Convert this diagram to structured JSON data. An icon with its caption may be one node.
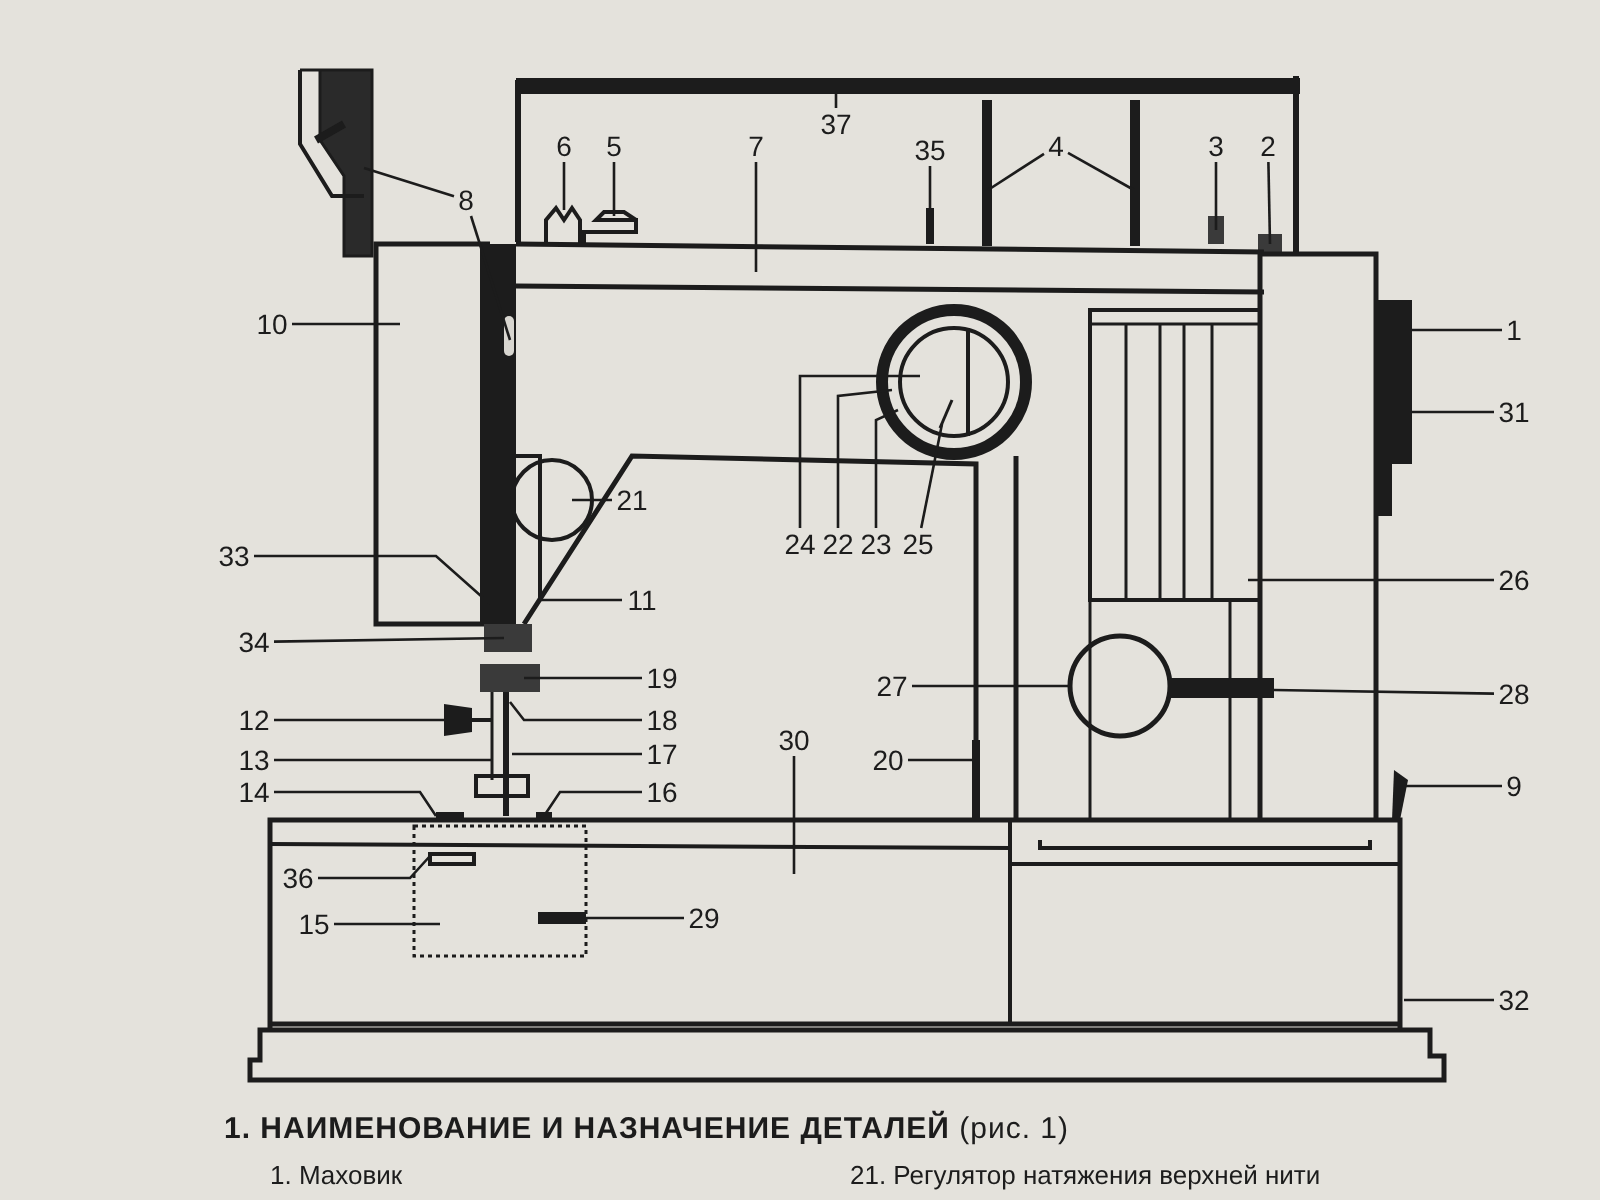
{
  "diagram": {
    "title": "**1. НАИМЕНОВАНИЕ И НАЗНАЧЕНИЕ ДЕТАЛЕЙ** (рис. 1)",
    "nodes": [
      {
        "text": [
          "37"
        ]
      },
      {
        "text": [
          "6"
        ]
      },
      {
        "text": [
          "5"
        ]
      },
      {
        "text": [
          "7"
        ]
      },
      {
        "text": [
          "35"
        ]
      },
      {
        "text": [
          "4"
        ]
      },
      {
        "text": [
          "3"
        ]
      },
      {
        "text": [
          "2"
        ]
      },
      {
        "text": [
          "8"
        ]
      },
      {
        "text": [
          "10"
        ]
      },
      {
        "text": [
          "1"
        ]
      },
      {
        "text": [
          "31"
        ]
      },
      {
        "text": [
          "21"
        ]
      },
      {
        "text": [
          "24"
        ]
      },
      {
        "text": [
          "22"
        ]
      },
      {
        "text": [
          "23"
        ]
      },
      {
        "text": [
          "25"
        ]
      },
      {
        "text": [
          "33"
        ]
      },
      {
        "text": [
          "26"
        ]
      },
      {
        "text": [
          "11"
        ]
      },
      {
        "text": [
          "34"
        ]
      },
      {
        "text": [
          "19"
        ]
      },
      {
        "text": [
          "27"
        ]
      },
      {
        "text": [
          "28"
        ]
      },
      {
        "text": [
          "18"
        ]
      },
      {
        "text": [
          "12"
        ]
      },
      {
        "text": [
          "30"
        ]
      },
      {
        "text": [
          "17"
        ]
      },
      {
        "text": [
          "13"
        ]
      },
      {
        "text": [
          "20"
        ]
      },
      {
        "text": [
          "14"
        ]
      },
      {
        "text": [
          "16"
        ]
      },
      {
        "text": [
          "9"
        ]
      },
      {
        "text": [
          "36"
        ]
      },
      {
        "text": [
          "29"
        ]
      },
      {
        "text": [
          "15"
        ]
      },
      {
        "text": [
          "32"
        ]
      }
    ],
    "edges": [
      {
        "from": 0,
        "to": null,
        "arrow": "none"
      },
      {
        "from": 1,
        "to": null,
        "arrow": "none"
      },
      {
        "from": 2,
        "to": null,
        "arrow": "none"
      },
      {
        "from": 3,
        "to": null,
        "arrow": "none"
      },
      {
        "from": 4,
        "to": null,
        "arrow": "none"
      },
      {
        "from": 5,
        "to": null,
        "arrow": "none"
      },
      {
        "from": 5,
        "to": null,
        "arrow": "none"
      },
      {
        "from": 6,
        "to": null,
        "arrow": "none"
      },
      {
        "from": 7,
        "to": null,
        "arrow": "none"
      },
      {
        "from": 8,
        "to": null,
        "arrow": "none"
      },
      {
        "from": 8,
        "to": null,
        "arrow": "none"
      },
      {
        "from": 9,
        "to": null,
        "arrow": "none"
      },
      {
        "from": 10,
        "to": null,
        "arrow": "none"
      },
      {
        "from": 11,
        "to": null,
        "arrow": "none"
      },
      {
        "from": 12,
        "to": null,
        "arrow": "none"
      },
      {
        "from": 13,
        "to": null,
        "arrow": "none"
      },
      {
        "from": 14,
        "to": null,
        "arrow": "none"
      },
      {
        "from": 15,
        "to": null,
        "arrow": "none"
      },
      {
        "from": 16,
        "to": null,
        "arrow": "none"
      },
      {
        "from": 17,
        "to": null,
        "arrow": "none"
      },
      {
        "from": 18,
        "to": null,
        "arrow": "none"
      },
      {
        "from": 19,
        "to": null,
        "arrow": "none"
      },
      {
        "from": 20,
        "to": null,
        "arrow": "none"
      },
      {
        "from": 21,
        "to": null,
        "arrow": "none"
      },
      {
        "from": 22,
        "to": null,
        "arrow": "none"
      },
      {
        "from": 23,
        "to": null,
        "arrow": "none"
      },
      {
        "from": 24,
        "to": null,
        "arrow": "none"
      },
      {
        "from": 25,
        "to": null,
        "arrow": "none"
      },
      {
        "from": 26,
        "to": null,
        "arrow": "none"
      },
      {
        "from": 27,
        "to": null,
        "arrow": "none"
      },
      {
        "from": 28,
        "to": null,
        "arrow": "none"
      },
      {
        "from": 29,
        "to": null,
        "arrow": "none"
      },
      {
        "from": 30,
        "to": null,
        "arrow": "none"
      },
      {
        "from": 31,
        "to": null,
        "arrow": "none"
      },
      {
        "from": 32,
        "to": null,
        "arrow": "none"
      },
      {
        "from": 33,
        "to": null,
        "arrow": "none"
      },
      {
        "from": 34,
        "to": null,
        "arrow": "none"
      },
      {
        "from": 35,
        "to": null,
        "arrow": "none"
      },
      {
        "from": 36,
        "to": null,
        "arrow": "none"
      }
    ],
    "labels": [
      "1. Маховик",
      "21. Регулятор натяжения верхней нити"
    ]
  }
}
